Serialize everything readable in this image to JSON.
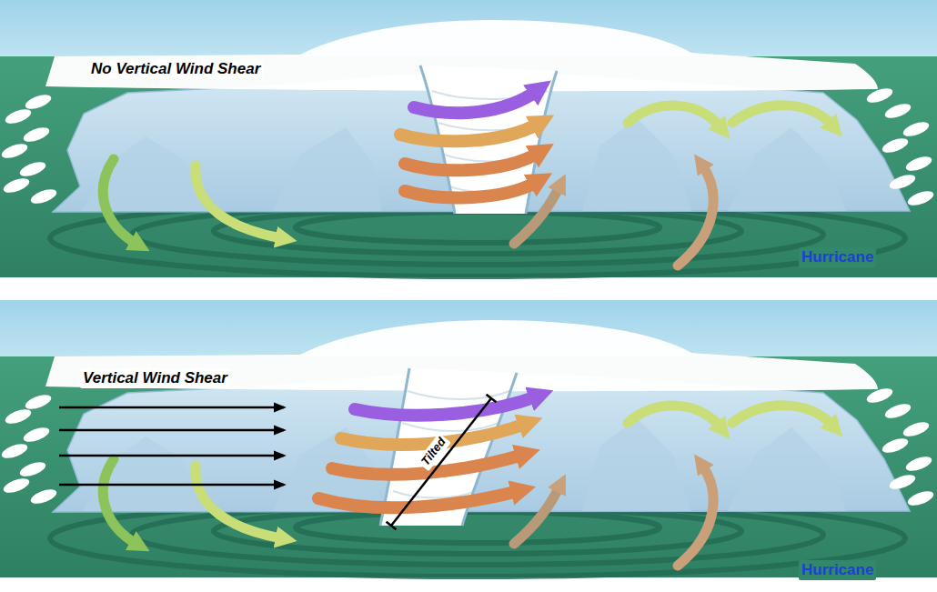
{
  "diagram": {
    "labels": [
      "No Vertical Wind Shear",
      "Hurricane",
      "Vertical Wind Shear",
      "Tilted",
      "Hurricane"
    ]
  }
}
